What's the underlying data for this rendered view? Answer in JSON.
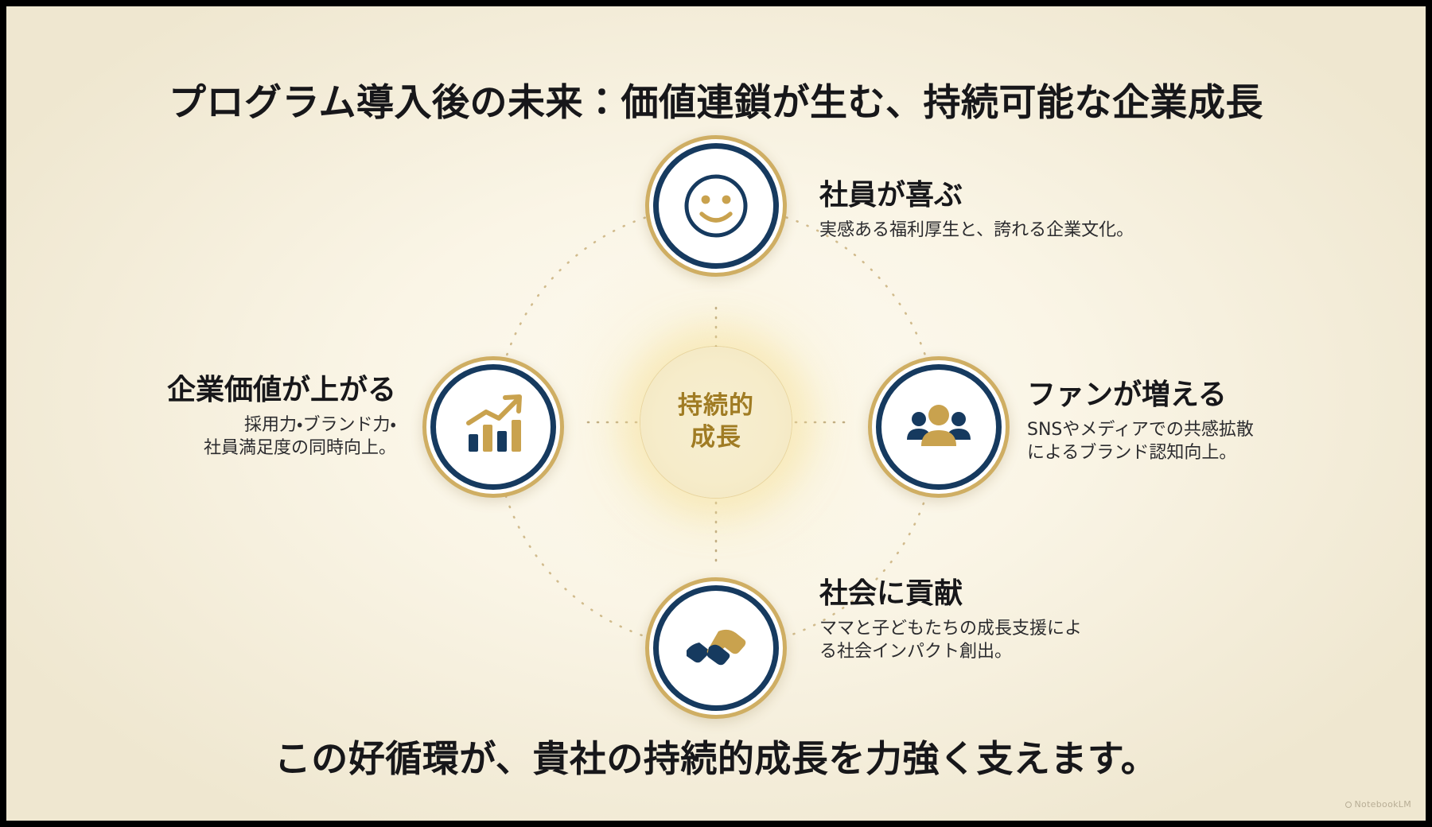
{
  "slide": {
    "title": "プログラム導入後の未来：価値連鎖が生む、持続可能な企業成長",
    "tagline": "この好循環が、貴社の持続的成長を力強く支えます。",
    "watermark": "NotebookLM"
  },
  "hub": {
    "line1": "持続的",
    "line2": "成長"
  },
  "nodes": [
    {
      "id": "employee",
      "icon": "smiley-face-icon",
      "title": "社員が喜ぶ",
      "desc": "実感ある福利厚生と、誇れる企業文化。"
    },
    {
      "id": "fans",
      "icon": "people-group-icon",
      "title": "ファンが増える",
      "desc_line1": "SNSやメディアでの共感拡散",
      "desc_line2": "によるブランド認知向上。"
    },
    {
      "id": "society",
      "icon": "handshake-icon",
      "title": "社会に貢献",
      "desc_line1": "ママと子どもたちの成長支援によ",
      "desc_line2": "る社会インパクト創出。"
    },
    {
      "id": "value",
      "icon": "growth-chart-icon",
      "title": "企業価値が上がる",
      "desc_line1": "採用力・ブランド力・",
      "desc_line2": "社員満足度の同時向上。"
    }
  ],
  "colors": {
    "background": "#f7f1e0",
    "letterbox": "#000000",
    "navy": "#163a5f",
    "gold": "#cfae63",
    "gold_dark": "#a07c24",
    "text": "#17171a"
  }
}
